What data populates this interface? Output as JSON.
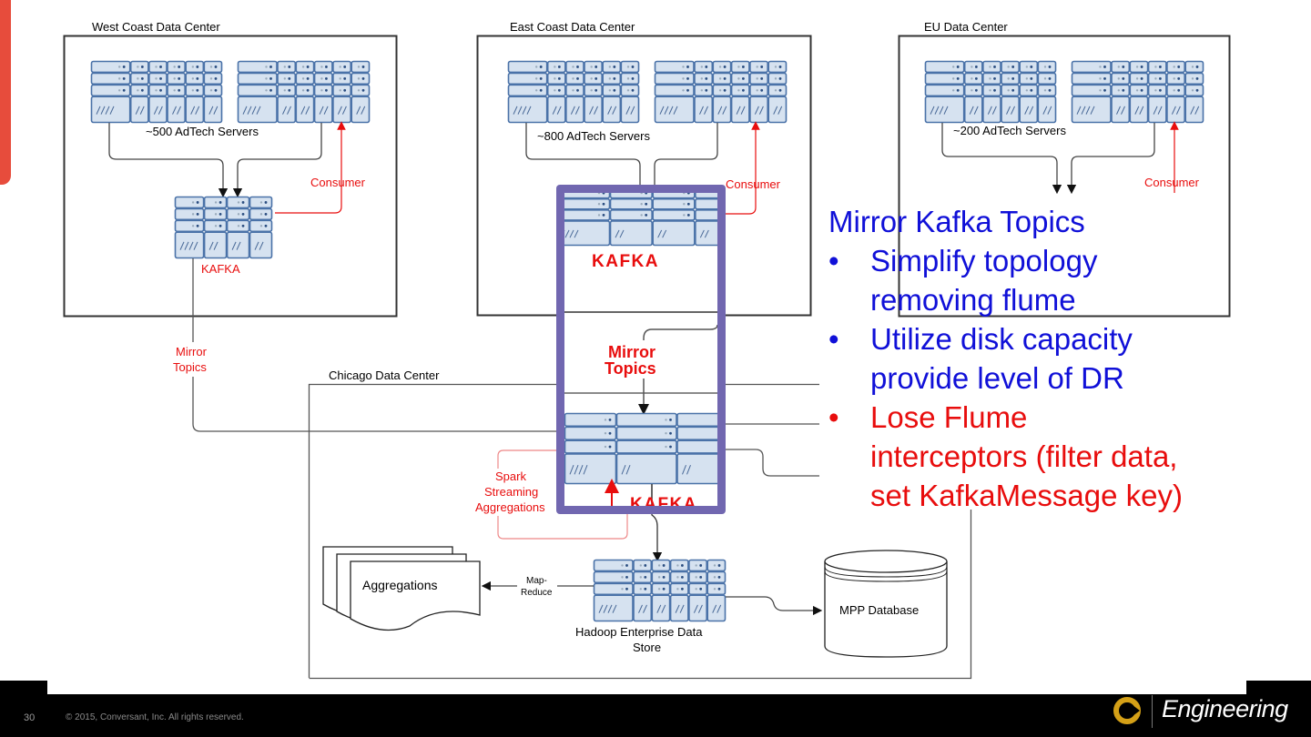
{
  "slide": {
    "page_number": "30",
    "copyright": "© 2015, Conversant, Inc. All rights reserved.",
    "brand": "Engineering"
  },
  "colors": {
    "accent": "#e74c3c",
    "highlight_frame": "#7167b0",
    "server_fill": "#d6e2f0",
    "server_stroke": "#4a72a8",
    "label_red": "#e80d0d",
    "callout_blue": "#1010d8",
    "logo_gold": "#d4a017"
  },
  "diagram": {
    "west": {
      "title": "West Coast Data Center",
      "servers": "~500 AdTech Servers",
      "consumer": "Consumer",
      "kafka": "KAFKA"
    },
    "east": {
      "title": "East Coast Data Center",
      "servers": "~800 AdTech Servers",
      "consumer": "Consumer",
      "kafka": "KAFKA"
    },
    "eu": {
      "title": "EU Data Center",
      "servers": "~200 AdTech Servers",
      "consumer": "Consumer"
    },
    "mirror_left": {
      "line1": "Mirror",
      "line2": "Topics"
    },
    "mirror_center": {
      "line1": "Mirror",
      "line2": "Topics"
    },
    "chicago": {
      "title": "Chicago Data Center",
      "kafka": "KAFKA",
      "spark": {
        "line1": "Spark",
        "line2": "Streaming",
        "line3": "Aggregations"
      },
      "aggregations": "Aggregations",
      "mapreduce": {
        "line1": "Map-",
        "line2": "Reduce"
      },
      "hadoop": {
        "line1": "Hadoop Enterprise Data",
        "line2": "Store"
      },
      "mpp": "MPP Database"
    }
  },
  "callout": {
    "title": "Mirror Kafka Topics",
    "bullets": [
      {
        "lines": [
          "Simplify topology",
          "removing flume"
        ],
        "tone": "blue"
      },
      {
        "lines": [
          "Utilize disk capacity",
          "provide level of DR"
        ],
        "tone": "blue"
      },
      {
        "lines": [
          "Lose Flume",
          "interceptors (filter data,",
          "set KafkaMessage key)"
        ],
        "tone": "red"
      }
    ]
  }
}
